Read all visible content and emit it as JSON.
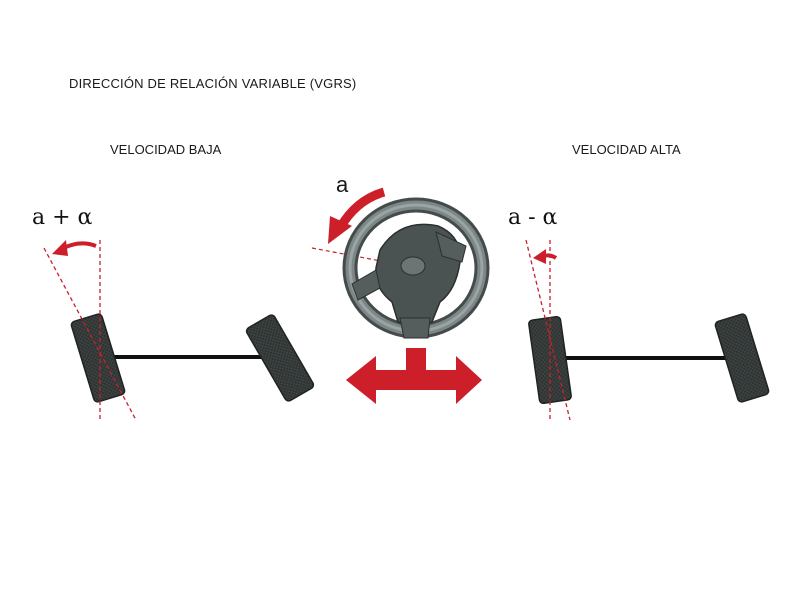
{
  "title": "DIRECCIÓN DE RELACIÓN VARIABLE (VGRS)",
  "low_speed": {
    "label": "VELOCIDAD BAJA",
    "angle_label": "a + α"
  },
  "high_speed": {
    "label": "VELOCIDAD ALTA",
    "angle_label": "a - α"
  },
  "steering_wheel": {
    "angle_label": "a"
  },
  "colors": {
    "arrow_red": "#cc1f2a",
    "tire_dark": "#3a3f3e",
    "wheel_gray": "#5c6566",
    "axle": "#111111"
  }
}
